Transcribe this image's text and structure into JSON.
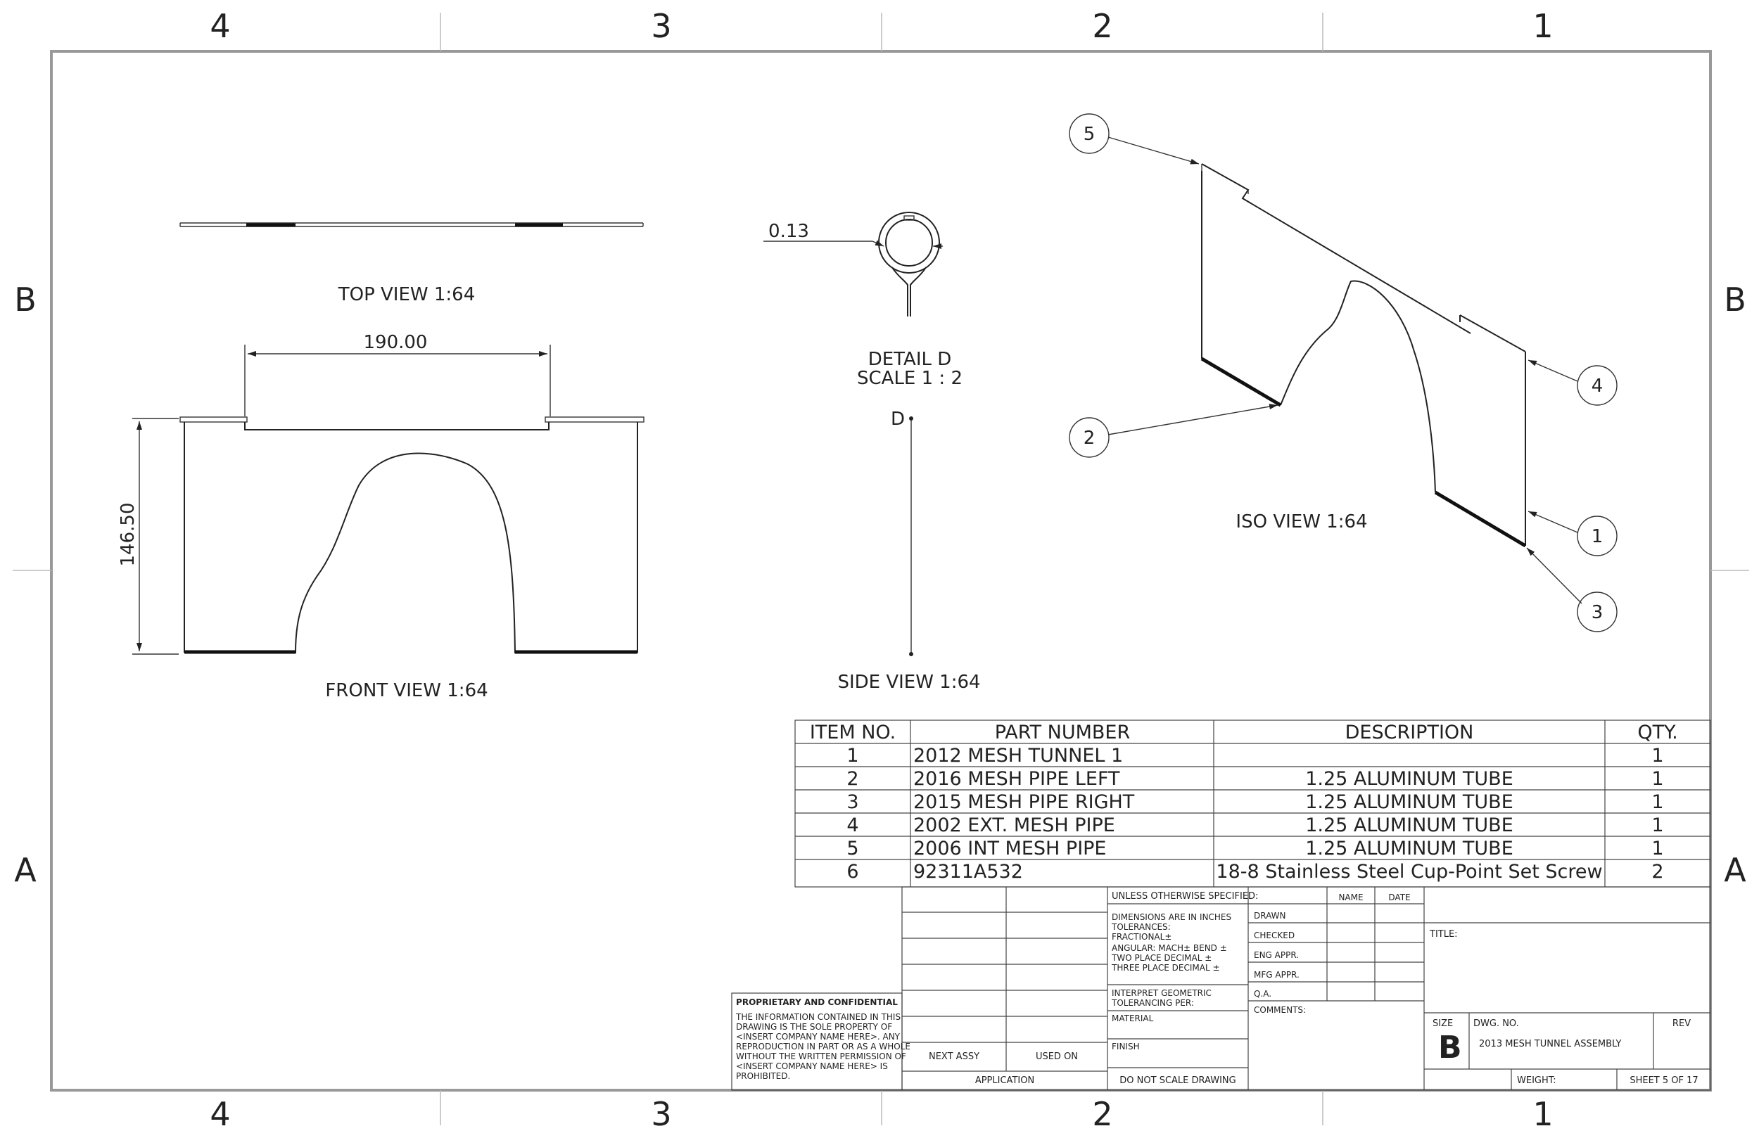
{
  "zones": {
    "columns": [
      "4",
      "3",
      "2",
      "1"
    ],
    "rows": [
      "B",
      "A"
    ]
  },
  "views": {
    "top": "TOP VIEW 1:64",
    "front": "FRONT VIEW 1:64",
    "side": "SIDE VIEW 1:64",
    "iso": "ISO VIEW 1:64",
    "detail_title": "DETAIL D",
    "detail_scale": "SCALE 1 : 2",
    "detail_marker": "D"
  },
  "dimensions": {
    "width": "190.00",
    "height": "146.50",
    "wall": "0.13"
  },
  "balloons": [
    "1",
    "2",
    "3",
    "4",
    "5"
  ],
  "bom": {
    "headers": [
      "ITEM NO.",
      "PART NUMBER",
      "DESCRIPTION",
      "QTY."
    ],
    "rows": [
      [
        "1",
        "2012 MESH TUNNEL 1",
        "",
        "1"
      ],
      [
        "2",
        "2016 MESH PIPE LEFT",
        "1.25 ALUMINUM TUBE",
        "1"
      ],
      [
        "3",
        "2015 MESH PIPE RIGHT",
        "1.25 ALUMINUM TUBE",
        "1"
      ],
      [
        "4",
        "2002 EXT. MESH PIPE",
        "1.25 ALUMINUM TUBE",
        "1"
      ],
      [
        "5",
        "2006 INT MESH PIPE",
        "1.25 ALUMINUM TUBE",
        "1"
      ],
      [
        "6",
        "92311A532",
        "18-8 Stainless Steel Cup-Point Set Screw",
        "2"
      ]
    ]
  },
  "title_block": {
    "proprietary_title": "PROPRIETARY AND CONFIDENTIAL",
    "proprietary_lines": [
      "THE INFORMATION CONTAINED IN THIS",
      "DRAWING IS THE SOLE PROPERTY OF",
      "<INSERT COMPANY NAME HERE>.  ANY",
      "REPRODUCTION IN PART OR AS A WHOLE",
      "WITHOUT THE WRITTEN PERMISSION OF",
      "<INSERT COMPANY NAME HERE> IS",
      "PROHIBITED."
    ],
    "next_assy": "NEXT ASSY",
    "used_on": "USED ON",
    "application": "APPLICATION",
    "unless": "UNLESS OTHERWISE SPECIFIED:",
    "tolerance_lines": [
      "DIMENSIONS ARE IN INCHES",
      "TOLERANCES:",
      "FRACTIONAL±",
      "ANGULAR: MACH±     BEND ±",
      "TWO PLACE DECIMAL    ±",
      "THREE PLACE DECIMAL  ±"
    ],
    "interpret_lines": [
      "INTERPRET GEOMETRIC",
      "TOLERANCING PER:"
    ],
    "material": "MATERIAL",
    "finish": "FINISH",
    "do_not_scale": "DO NOT SCALE DRAWING",
    "name_col": "NAME",
    "date_col": "DATE",
    "approvals": [
      "DRAWN",
      "CHECKED",
      "ENG APPR.",
      "MFG APPR.",
      "Q.A."
    ],
    "comments": "COMMENTS:",
    "title_label": "TITLE:",
    "size_label": "SIZE",
    "size_value": "B",
    "dwg_no_label": "DWG.  NO.",
    "dwg_no_value": "2013 MESH TUNNEL ASSEMBLY",
    "rev_label": "REV",
    "weight_label": "WEIGHT:",
    "sheet": "SHEET 5 OF 17"
  }
}
